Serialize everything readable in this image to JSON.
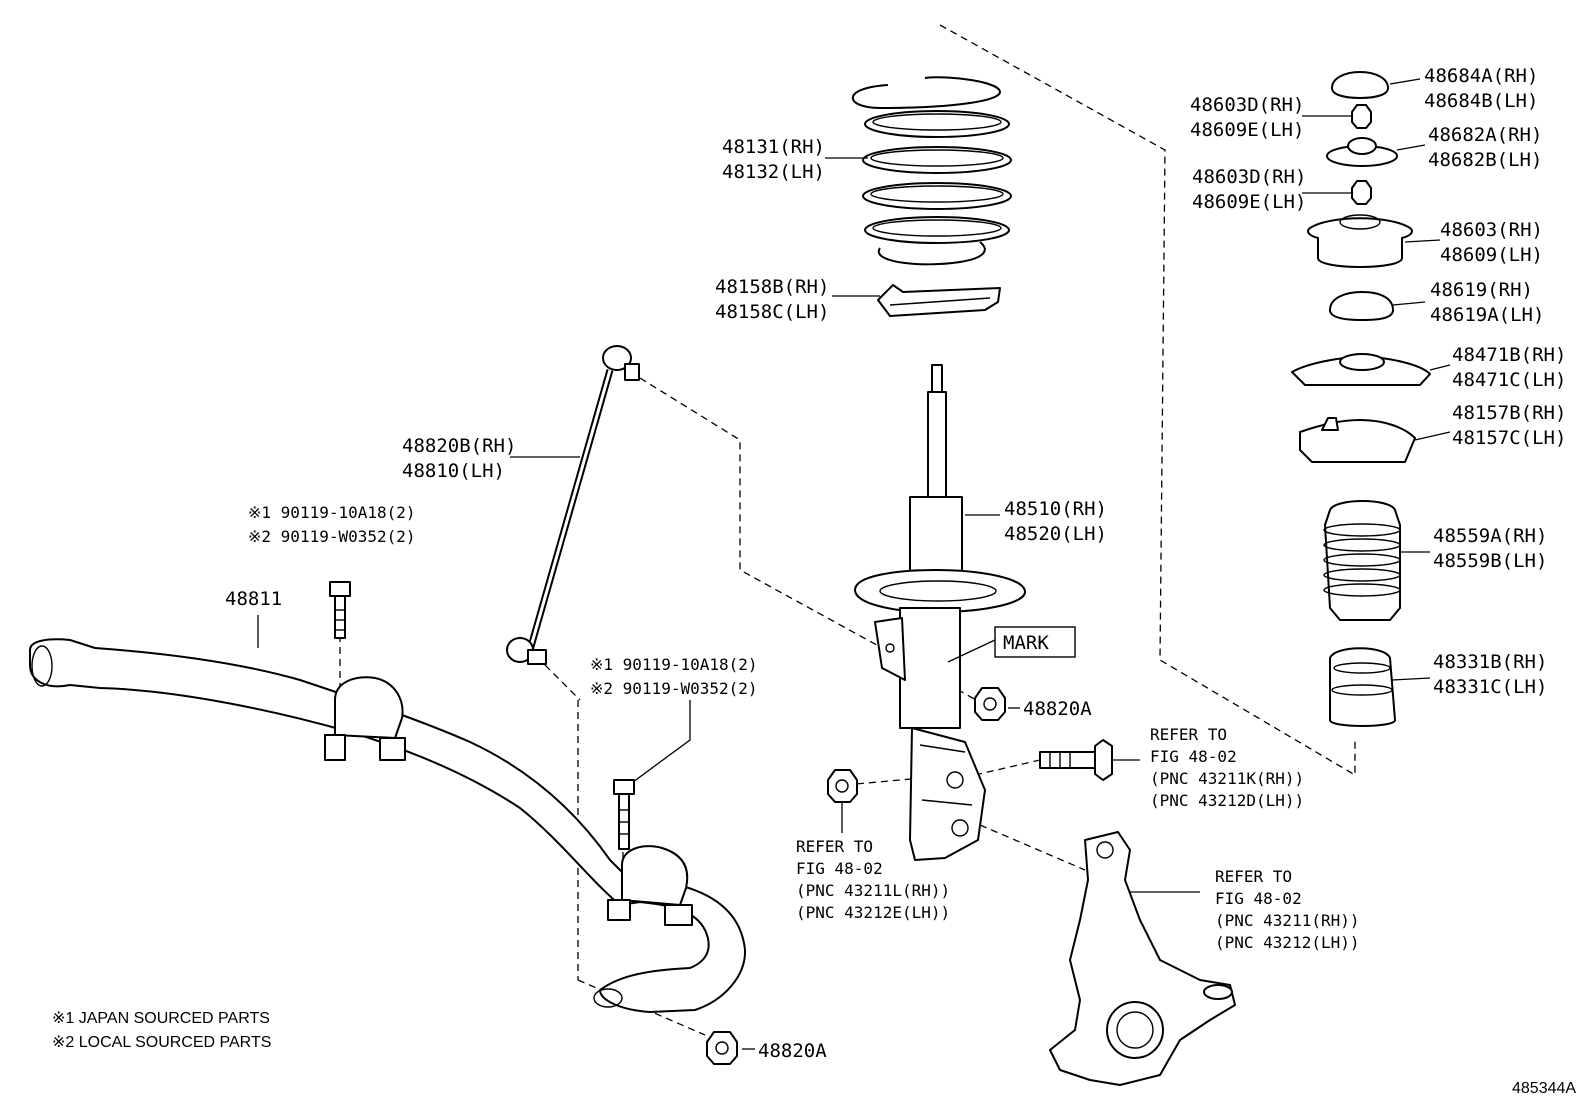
{
  "labels": {
    "spring_rh": "48131(RH)",
    "spring_lh": "48132(LH)",
    "insulator_rh": "48158B(RH)",
    "insulator_lh": "48158C(LH)",
    "link_rh": "48820B(RH)",
    "link_lh": "48810(LH)",
    "bolt1_a": "※1 90119-10A18(2)",
    "bolt1_b": "※2 90119-W0352(2)",
    "stabilizer": "48811",
    "bolt2_a": "※1 90119-10A18(2)",
    "bolt2_b": "※2 90119-W0352(2)",
    "strut_rh": "48510(RH)",
    "strut_lh": "48520(LH)",
    "mark": "MARK",
    "nut_upper": "48820A",
    "nut_lower": "48820A",
    "cap_rh": "48684A(RH)",
    "cap_lh": "48684B(LH)",
    "nut1_rh": "48603D(RH)",
    "nut1_lh": "48609E(LH)",
    "retainer_rh": "48682A(RH)",
    "retainer_lh": "48682B(LH)",
    "nut2_rh": "48603D(RH)",
    "nut2_lh": "48609E(LH)",
    "support_rh": "48603(RH)",
    "support_lh": "48609(LH)",
    "bearing_rh": "48619(RH)",
    "bearing_lh": "48619A(LH)",
    "seat_rh": "48471B(RH)",
    "seat_lh": "48471C(LH)",
    "upperins_rh": "48157B(RH)",
    "upperins_lh": "48157C(LH)",
    "boot_rh": "48559A(RH)",
    "boot_lh": "48559B(LH)",
    "bumper_rh": "48331B(RH)",
    "bumper_lh": "48331C(LH)",
    "refer_a_1": "REFER TO",
    "refer_a_2": "FIG 48-02",
    "refer_a_3": "(PNC 43211K(RH))",
    "refer_a_4": "(PNC 43212D(LH))",
    "refer_b_1": "REFER TO",
    "refer_b_2": "FIG 48-02",
    "refer_b_3": "(PNC 43211L(RH))",
    "refer_b_4": "(PNC 43212E(LH))",
    "refer_c_1": "REFER TO",
    "refer_c_2": "FIG 48-02",
    "refer_c_3": "(PNC 43211(RH))",
    "refer_c_4": "(PNC 43212(LH))",
    "note_1": "※1 JAPAN SOURCED PARTS",
    "note_2": "※2 LOCAL SOURCED PARTS",
    "figure_id": "485344A"
  }
}
